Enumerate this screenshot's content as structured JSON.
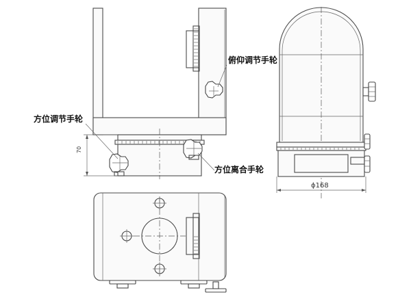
{
  "labels": {
    "pitch_handwheel": "俯仰调节手轮",
    "azimuth_handwheel": "方位调节手轮",
    "azimuth_clutch_handwheel": "方位离合手轮"
  },
  "dimensions": {
    "base_height": "70",
    "diameter": "ϕ168"
  },
  "colors": {
    "line": "#4a4a4a",
    "background": "#ffffff"
  }
}
